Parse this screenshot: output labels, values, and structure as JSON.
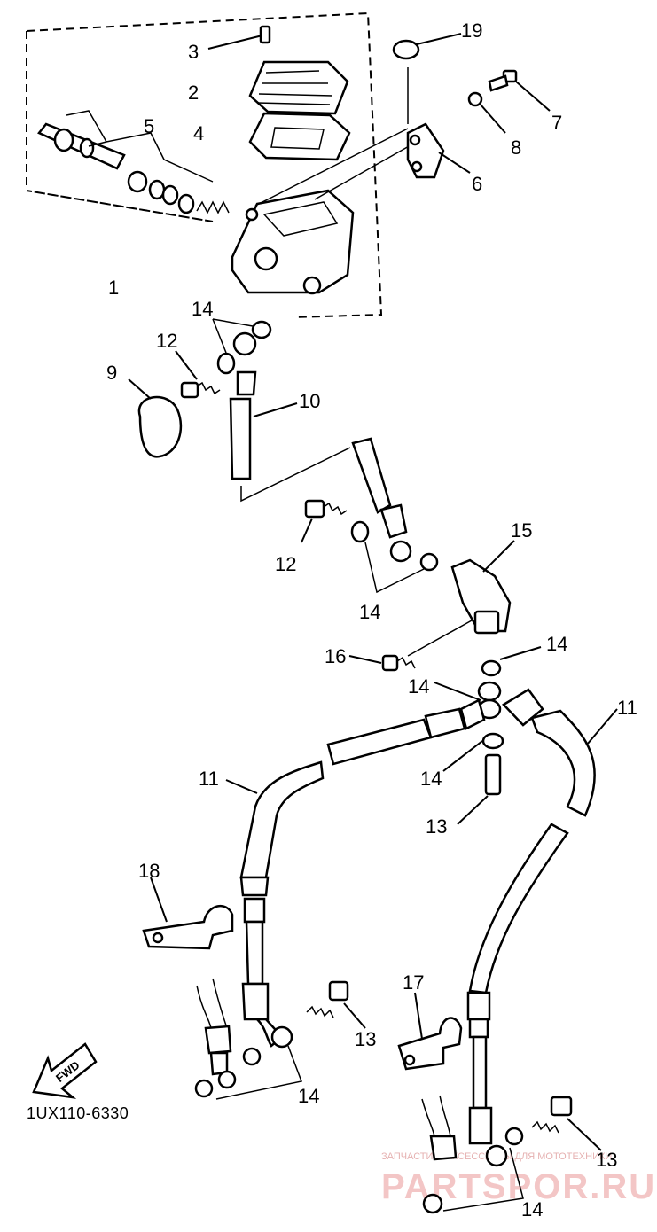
{
  "callouts": {
    "c1": "1",
    "c2": "2",
    "c3": "3",
    "c4": "4",
    "c5": "5",
    "c6": "6",
    "c7": "7",
    "c8": "8",
    "c9": "9",
    "c10": "10",
    "c11a": "11",
    "c11b": "11",
    "c12a": "12",
    "c12b": "12",
    "c13a": "13",
    "c13b": "13",
    "c13c": "13",
    "c14a": "14",
    "c14b": "14",
    "c14c": "14",
    "c14d": "14",
    "c14e": "14",
    "c14f": "14",
    "c14g": "14",
    "c15": "15",
    "c16": "16",
    "c17": "17",
    "c18": "18",
    "c19": "19"
  },
  "diagram_code": "1UX110-6330",
  "fwd_label": "FWD",
  "watermark": {
    "line1": "ЗАПЧАСТИ И АКСЕССУАРЫ ДЛЯ МОТОТЕХНИКИ",
    "line2": "PARTSPOR.RU"
  }
}
